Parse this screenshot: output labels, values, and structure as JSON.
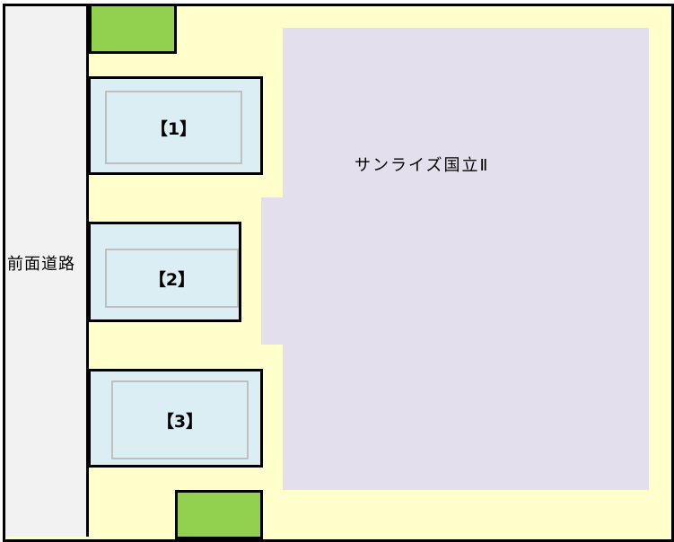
{
  "road": {
    "label": "前面道路"
  },
  "building": {
    "label": "サンライズ国立Ⅱ"
  },
  "lots": [
    {
      "label": "【1】"
    },
    {
      "label": "【2】"
    },
    {
      "label": "【3】"
    }
  ],
  "colors": {
    "site": "#ffffcc",
    "road": "#f2f2f2",
    "green": "#92d050",
    "building": "#e4dfec",
    "lot": "#daeef3",
    "inner_border": "#bfbfbf"
  }
}
